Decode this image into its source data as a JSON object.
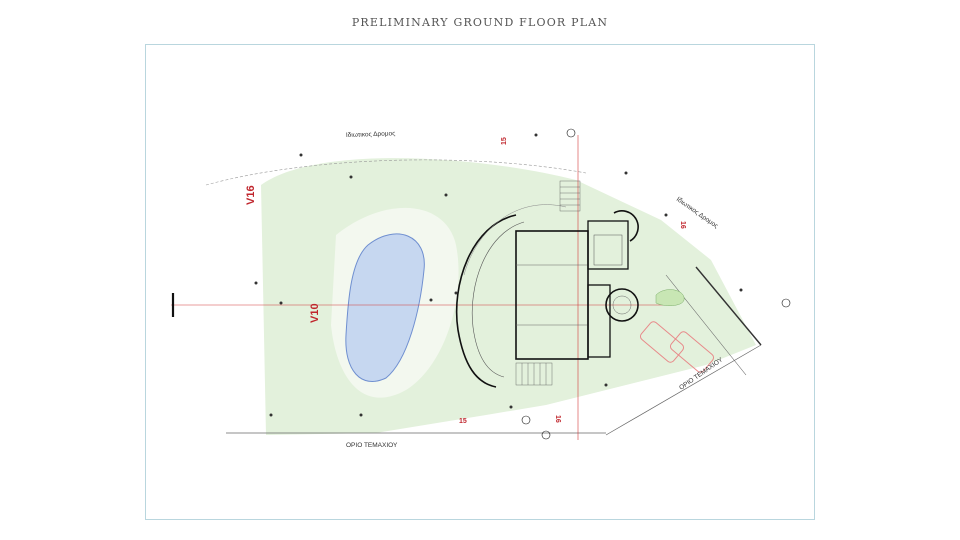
{
  "title": "PRELIMINARY GROUND FLOOR PLAN",
  "labels": {
    "road_north": "Ιδιωτικος Δρομος",
    "road_east": "Ιδιωτικος Δρομος",
    "boundary_south": "ΟΡΙΟ ΤΕΜΑΧΙΟΥ",
    "boundary_east": "ΟΡΙΟ ΤΕΜΑΧΙΟΥ",
    "view_v16": "V16",
    "view_v10": "V10",
    "num_15_top": "15",
    "num_15_bottom": "15",
    "num_16_right": "16",
    "num_16_bottom": "16"
  },
  "colors": {
    "greenery": "#e3f1dc",
    "pool": "#c6d7f0",
    "pool_edge": "#6f8fd0",
    "walls": "#111111",
    "section_lines": "#d23a3a",
    "parking": "#e88a8a",
    "sheet_border": "#b9d6de"
  }
}
